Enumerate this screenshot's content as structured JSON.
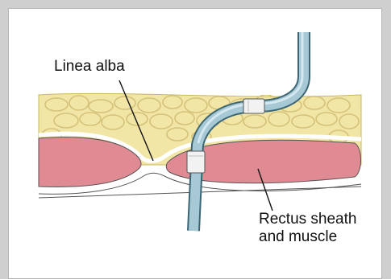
{
  "labels": {
    "linea_alba": "Linea alba",
    "rectus_line1": "Rectus sheath",
    "rectus_line2": "and muscle"
  },
  "colors": {
    "fat": "#f1e6a6",
    "fat_shadow": "#d9c67a",
    "muscle": "#e08b93",
    "sheath": "#ffffff",
    "tube": "#9fc4d3",
    "tube_edge": "#3d6675",
    "clip": "#f2f2f2"
  }
}
